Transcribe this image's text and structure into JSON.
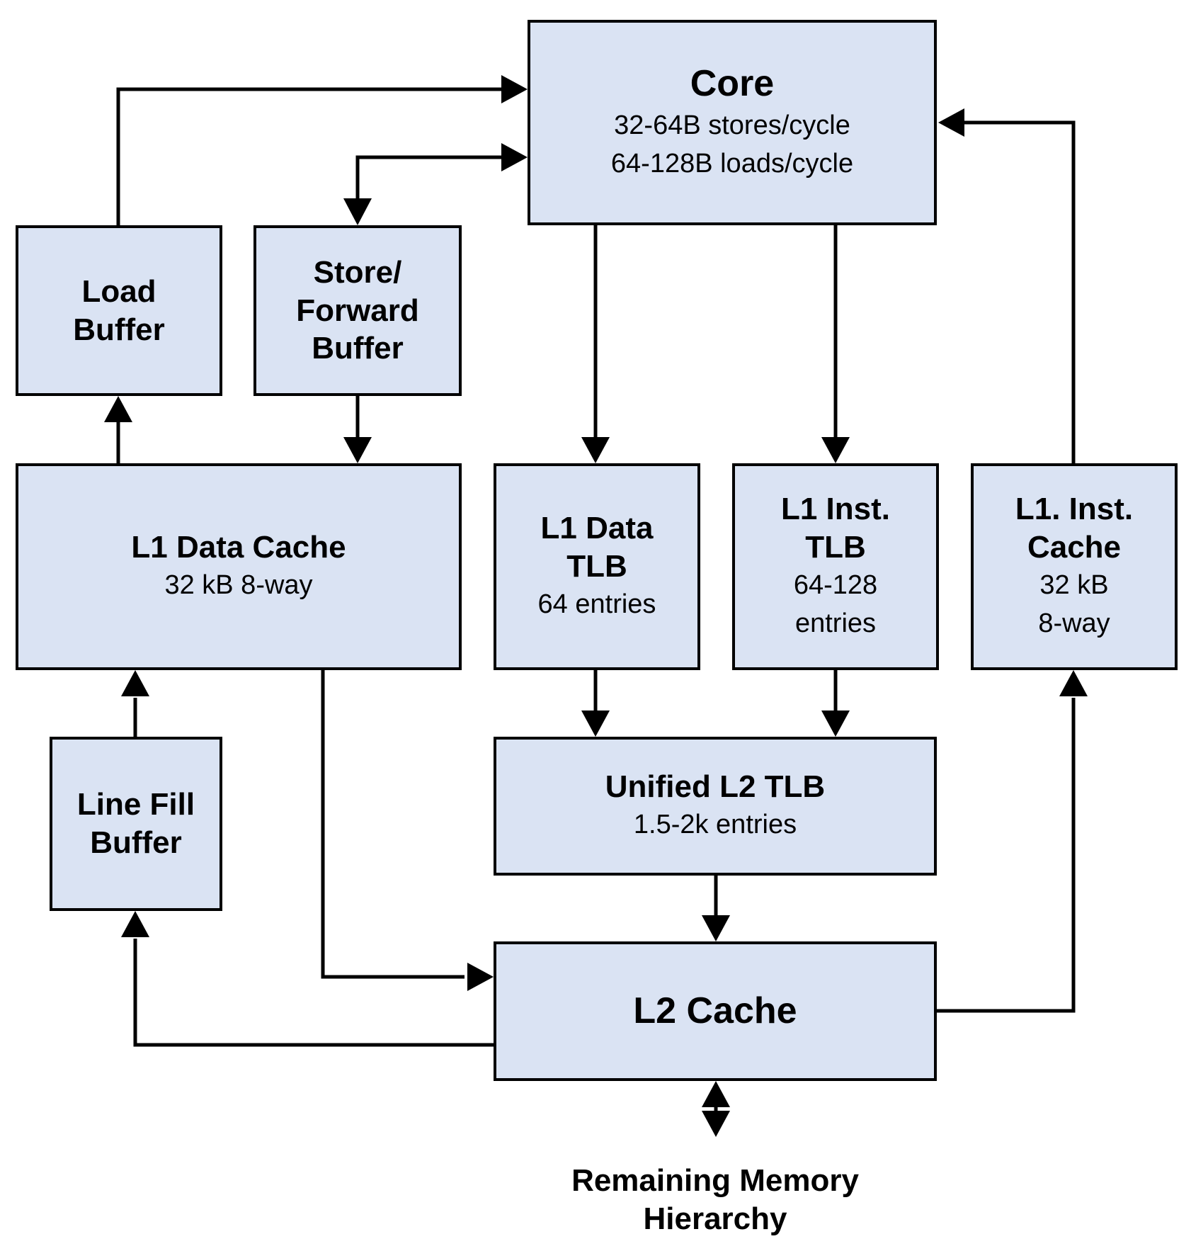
{
  "colors": {
    "box_fill": "#dae3f3",
    "stroke": "#000000",
    "text": "#000000"
  },
  "nodes": {
    "core": {
      "title": "Core",
      "lines": [
        "32-64B stores/cycle",
        "64-128B loads/cycle"
      ]
    },
    "load_buffer": {
      "title_lines": [
        "Load",
        "Buffer"
      ]
    },
    "store_forward_buffer": {
      "title_lines": [
        "Store/",
        "Forward",
        "Buffer"
      ]
    },
    "l1_data_cache": {
      "title": "L1 Data Cache",
      "lines": [
        "32 kB 8-way"
      ]
    },
    "l1_data_tlb": {
      "title_lines": [
        "L1 Data",
        "TLB"
      ],
      "lines": [
        "64 entries"
      ]
    },
    "l1_inst_tlb": {
      "title_lines": [
        "L1 Inst.",
        "TLB"
      ],
      "lines": [
        "64-128",
        "entries"
      ]
    },
    "l1_inst_cache": {
      "title_lines": [
        "L1. Inst.",
        "Cache"
      ],
      "lines": [
        "32 kB",
        "8-way"
      ]
    },
    "line_fill_buffer": {
      "title_lines": [
        "Line Fill",
        "Buffer"
      ]
    },
    "unified_l2_tlb": {
      "title": "Unified L2 TLB",
      "lines": [
        "1.5-2k entries"
      ]
    },
    "l2_cache": {
      "title": "L2 Cache"
    },
    "remaining_memory": {
      "title_lines": [
        "Remaining Memory",
        "Hierarchy"
      ]
    }
  },
  "edges": [
    {
      "from": "load_buffer",
      "to": "core"
    },
    {
      "from": "core",
      "to": "store_forward_buffer",
      "bidirectional": true
    },
    {
      "from": "store_forward_buffer",
      "to": "l1_data_cache"
    },
    {
      "from": "l1_data_cache",
      "to": "load_buffer"
    },
    {
      "from": "core",
      "to": "l1_data_tlb"
    },
    {
      "from": "core",
      "to": "l1_inst_tlb"
    },
    {
      "from": "l1_inst_cache",
      "to": "core"
    },
    {
      "from": "l1_data_tlb",
      "to": "unified_l2_tlb"
    },
    {
      "from": "l1_inst_tlb",
      "to": "unified_l2_tlb"
    },
    {
      "from": "line_fill_buffer",
      "to": "l1_data_cache"
    },
    {
      "from": "l1_data_cache",
      "to": "l2_cache"
    },
    {
      "from": "unified_l2_tlb",
      "to": "l2_cache"
    },
    {
      "from": "l2_cache",
      "to": "line_fill_buffer"
    },
    {
      "from": "l2_cache",
      "to": "l1_inst_cache"
    },
    {
      "from": "l2_cache",
      "to": "remaining_memory",
      "bidirectional": true
    }
  ]
}
